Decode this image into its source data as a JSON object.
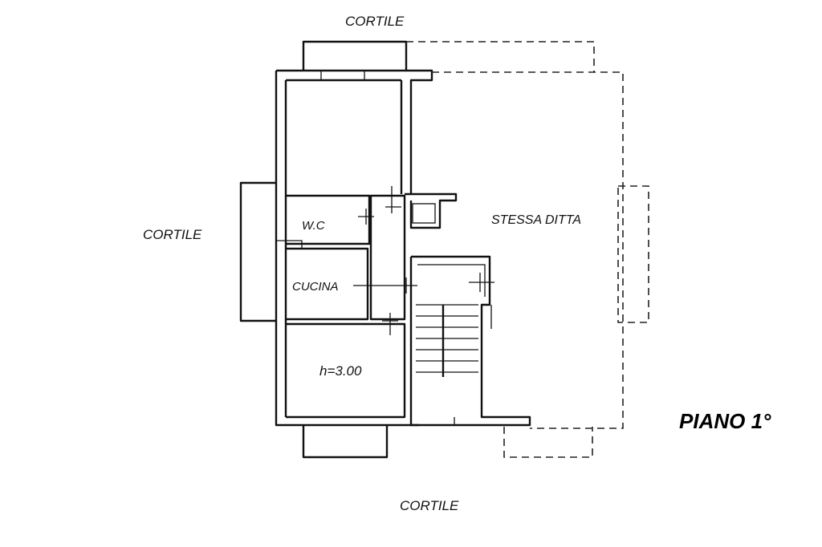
{
  "labels": {
    "courtyard_top": "CORTILE",
    "courtyard_left": "CORTILE",
    "courtyard_bottom": "CORTILE",
    "wc": "W.C",
    "kitchen": "CUCINA",
    "height": "h=3.00",
    "same_owner": "STESSA  DITTA",
    "floor_title": "PIANO   1°"
  }
}
